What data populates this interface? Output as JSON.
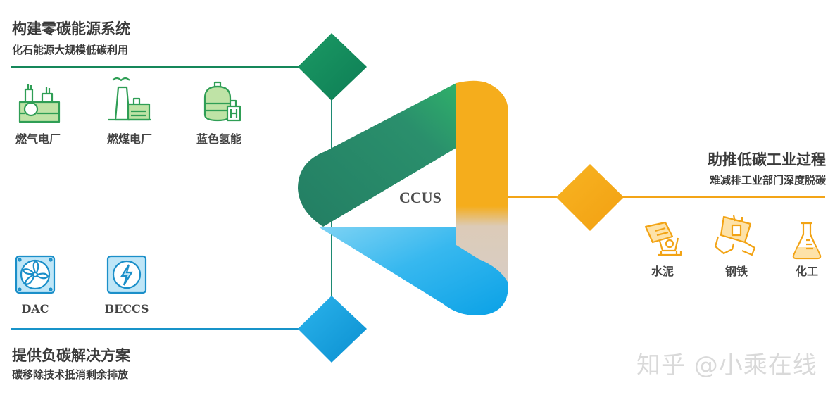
{
  "top_left": {
    "title": "构建零碳能源系统",
    "subtitle": "化石能源大规模低碳利用",
    "items": [
      {
        "label": "燃气电厂",
        "icon": "gas-power-plant-icon"
      },
      {
        "label": "燃煤电厂",
        "icon": "coal-power-plant-icon"
      },
      {
        "label": "蓝色氢能",
        "icon": "blue-hydrogen-icon"
      }
    ],
    "color": "#17915c"
  },
  "bottom_left": {
    "title": "提供负碳解决方案",
    "subtitle": "碳移除技术抵消剩余排放",
    "items": [
      {
        "label": "DAC",
        "icon": "fan-icon"
      },
      {
        "label": "BECCS",
        "icon": "lightning-icon"
      }
    ],
    "color": "#1aa3e0"
  },
  "right": {
    "title": "助推低碳工业过程",
    "subtitle": "难减排工业部门深度脱碳",
    "items": [
      {
        "label": "水泥",
        "icon": "cement-mixer-icon"
      },
      {
        "label": "钢铁",
        "icon": "steel-ladle-icon"
      },
      {
        "label": "化工",
        "icon": "flask-icon"
      }
    ],
    "color": "#f5a91a"
  },
  "center": {
    "label": "CCUS"
  },
  "watermark": "知乎 @小乘在线"
}
